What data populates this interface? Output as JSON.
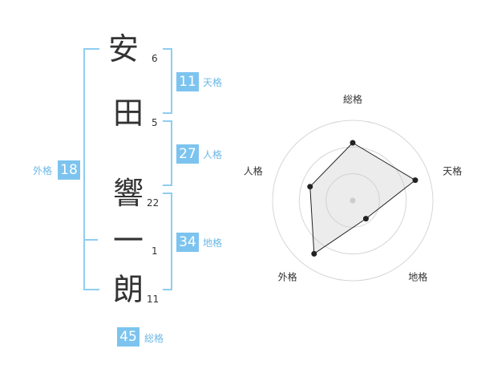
{
  "name": {
    "characters": [
      {
        "char": "安",
        "strokes": "6"
      },
      {
        "char": "田",
        "strokes": "5"
      },
      {
        "char": "響",
        "strokes": "22"
      },
      {
        "char": "一",
        "strokes": "1"
      },
      {
        "char": "朗",
        "strokes": "11"
      }
    ]
  },
  "fortunes": {
    "tenkaku": {
      "value": "11",
      "label": "天格"
    },
    "jinkaku": {
      "value": "27",
      "label": "人格"
    },
    "chikaku": {
      "value": "34",
      "label": "地格"
    },
    "gaikaku": {
      "value": "18",
      "label": "外格"
    },
    "soukaku": {
      "value": "45",
      "label": "総格"
    }
  },
  "colors": {
    "accent": "#7cc4ef",
    "bracket": "#8fcdf1",
    "text": "#333333"
  },
  "chart_data": {
    "type": "radar",
    "axes": [
      "総格",
      "天格",
      "地格",
      "外格",
      "人格"
    ],
    "values": [
      0.72,
      0.82,
      0.28,
      0.82,
      0.56
    ],
    "range": [
      0,
      1
    ],
    "rings": 3
  }
}
